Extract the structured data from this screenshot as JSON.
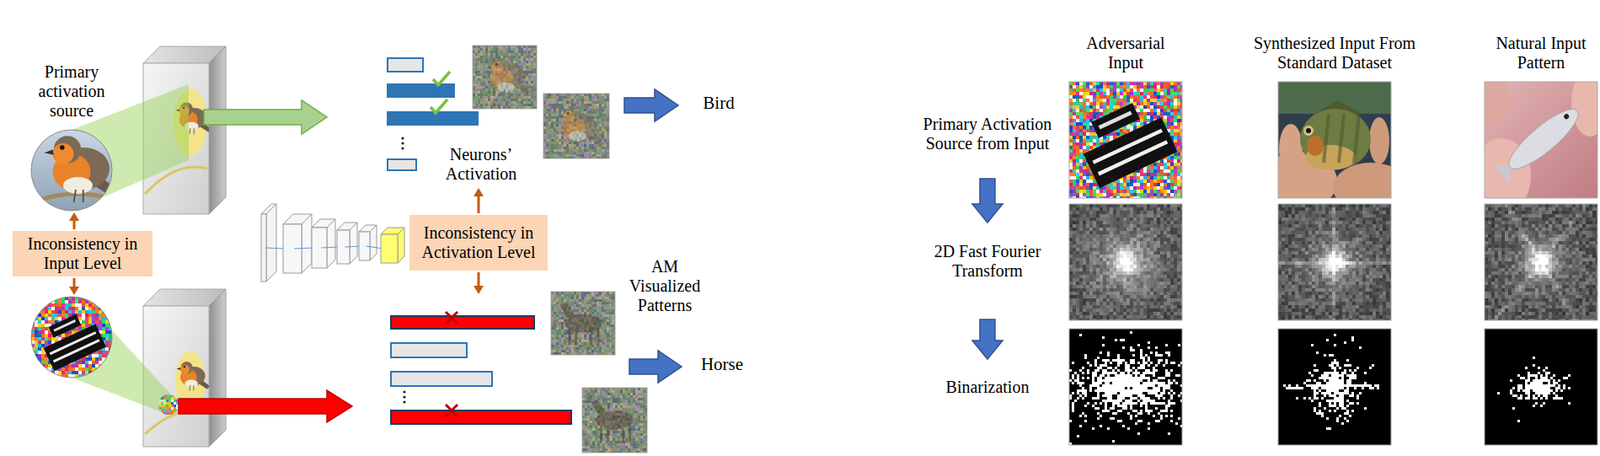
{
  "diagram": {
    "nodes": [
      {
        "text": [
          "Inconsistency in Input Level"
        ]
      },
      {
        "text": [
          "Inconsistency in Activation Level"
        ]
      }
    ],
    "labels": [
      "Primary activation source",
      "Neurons’ Activation",
      "Bird",
      "AM Visualized Patterns",
      "Horse",
      "Adversarial Input",
      "Synthesized Input From Standard Dataset",
      "Natural Input Pattern",
      "Primary Activation Source from Input",
      "2D Fast Fourier Transform",
      "Binarization"
    ]
  }
}
